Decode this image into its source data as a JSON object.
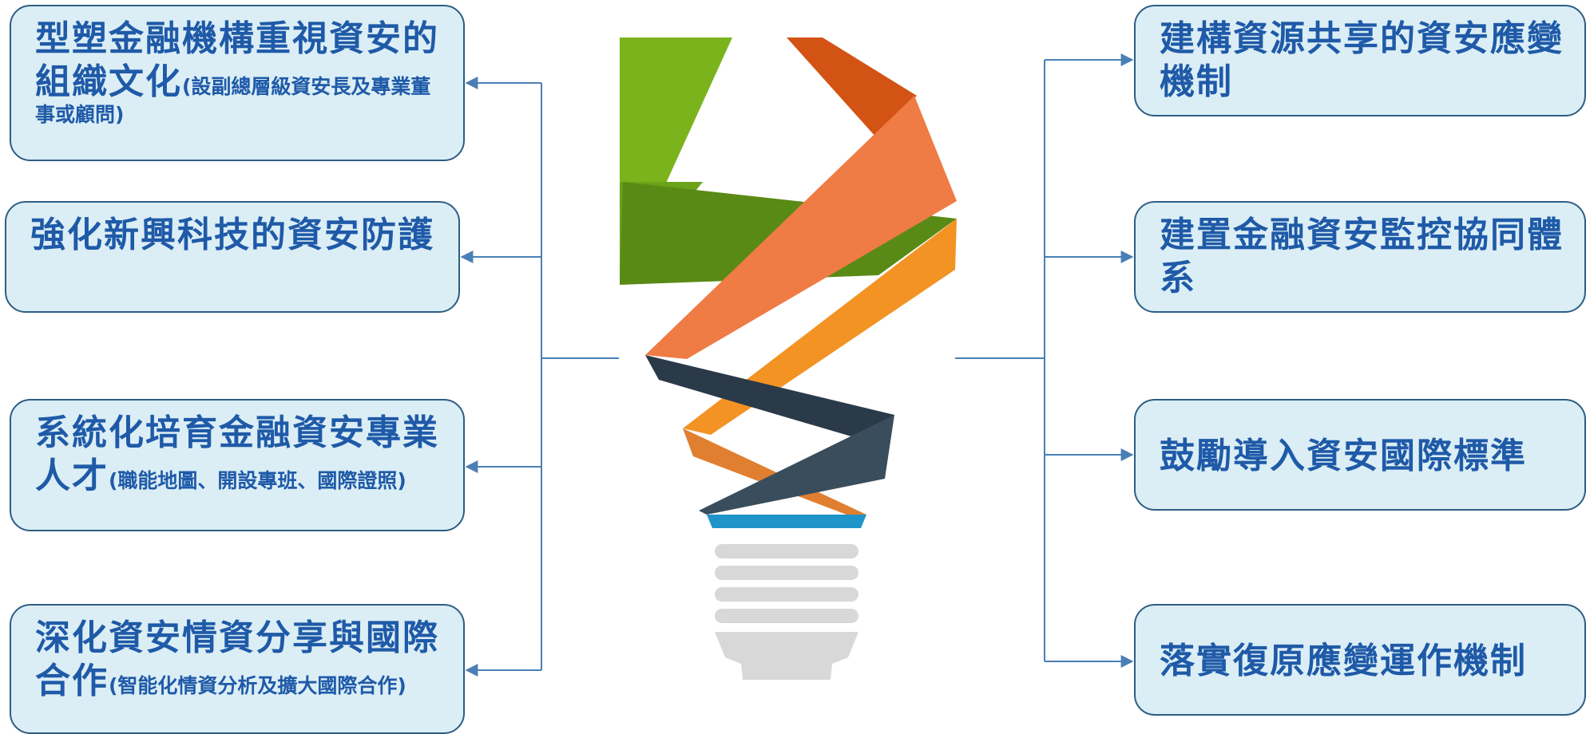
{
  "left_boxes": [
    {
      "main": "型塑金融機構重視資安的組織文化",
      "sub": "(設副總層級資安長及專業董事或顧問)"
    },
    {
      "main": "強化新興科技的資安防護",
      "sub": ""
    },
    {
      "main": "系統化培育金融資安專業人才",
      "sub": "(職能地圖、開設專班、國際證照)"
    },
    {
      "main": "深化資安情資分享與國際合作",
      "sub": "(智能化情資分析及擴大國際合作)"
    }
  ],
  "right_boxes": [
    {
      "main": "建構資源共享的資安應變機制"
    },
    {
      "main": "建置金融資安監控協同體系"
    },
    {
      "main": "鼓勵導入資安國際標準"
    },
    {
      "main": "落實復原應變運作機制"
    }
  ],
  "colors": {
    "box_fill": "#dbeef5",
    "box_border": "#2e5d84",
    "text": "#1f5aa8",
    "connector": "#4a7fb5",
    "bulb_green_light": "#7ab31c",
    "bulb_green_dark": "#5a8a16",
    "bulb_red": "#d35314",
    "bulb_orange_light": "#ef7b45",
    "bulb_orange": "#f29324",
    "bulb_navy": "#2a3a48",
    "bulb_slate": "#394d5c",
    "bulb_blue": "#1e94c8",
    "bulb_base": "#d8d8d8"
  },
  "icons": {
    "center": "lightbulb-icon"
  }
}
